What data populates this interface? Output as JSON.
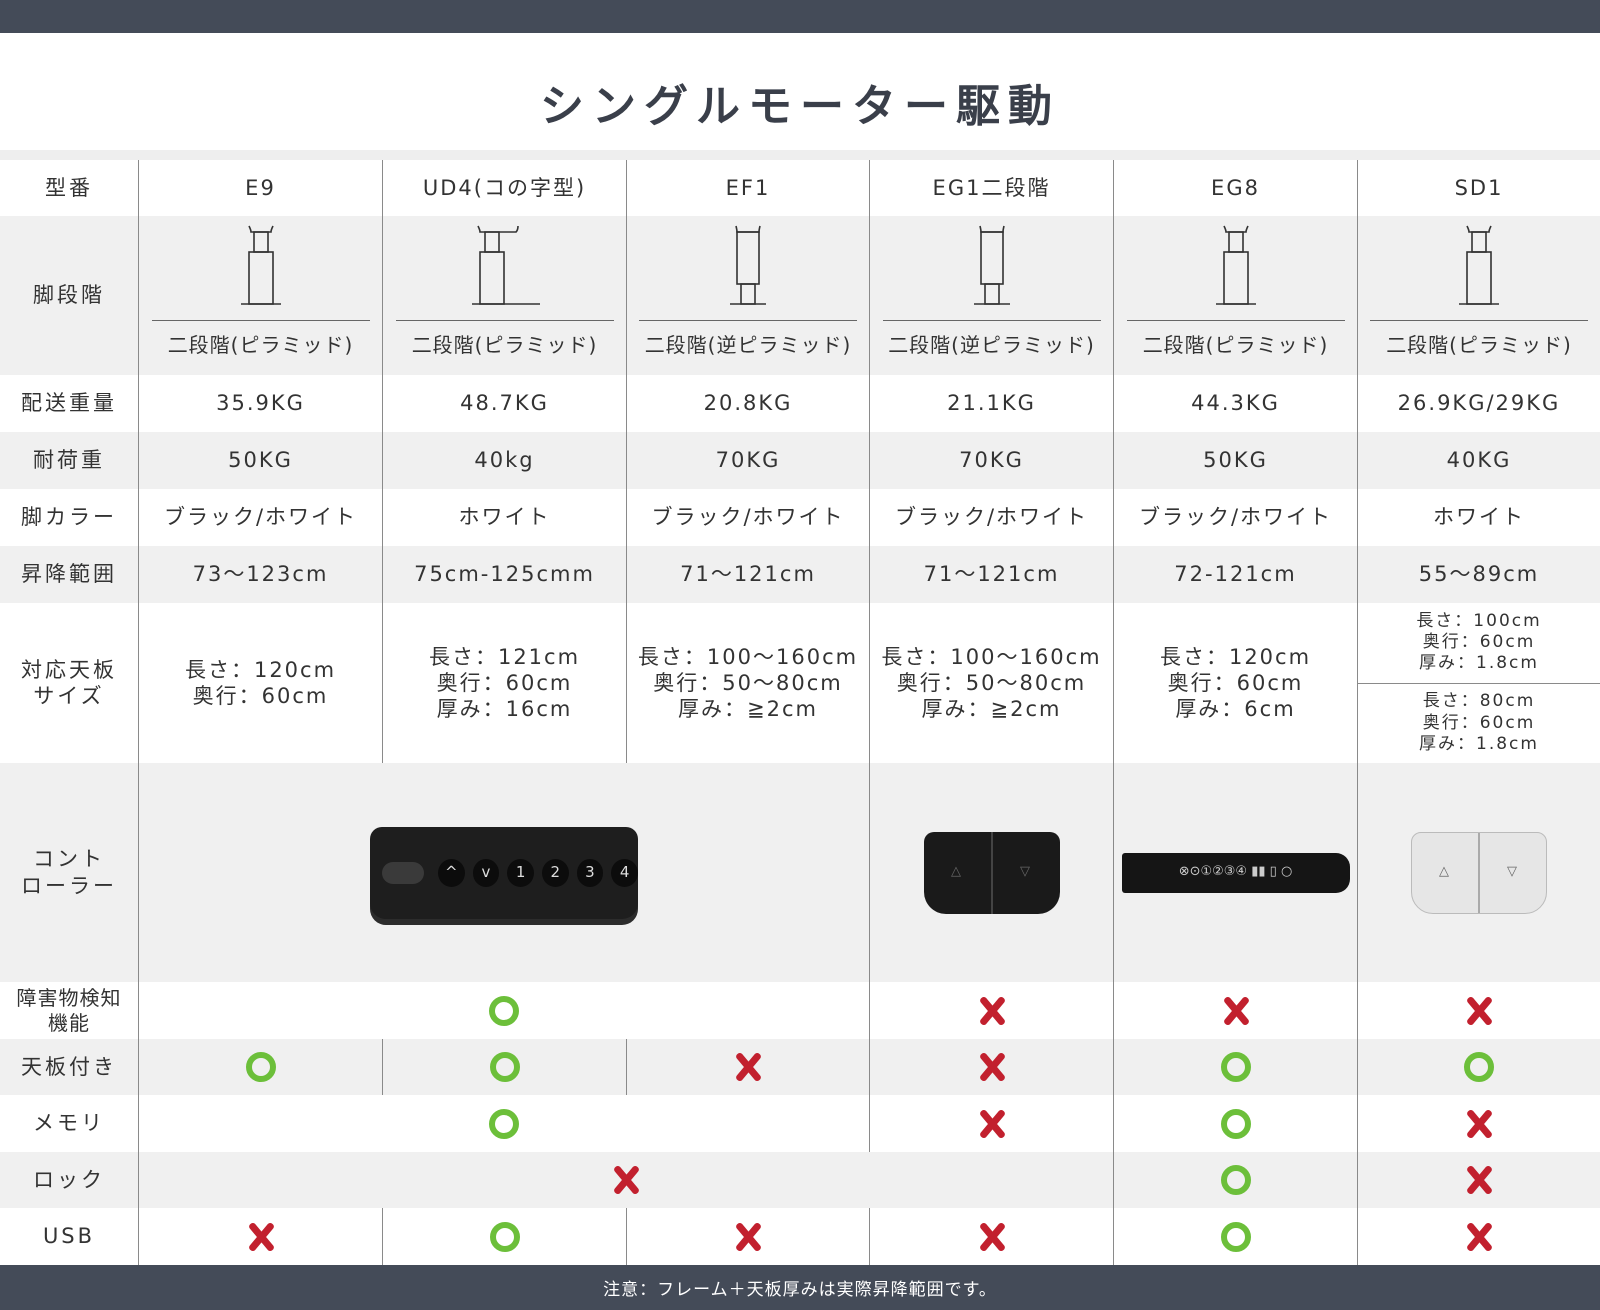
{
  "title": "シングルモーター駆動",
  "colors": {
    "bar": "#444b58",
    "ok": "#6cbf3a",
    "ng": "#c2202e"
  },
  "labels": {
    "model": "型番",
    "leg": "脚段階",
    "weight": "配送重量",
    "load": "耐荷重",
    "color": "脚カラー",
    "range": "昇降範囲",
    "top1": "対応天板",
    "top2": "サイズ",
    "ctrl1": "コント",
    "ctrl2": "ローラー",
    "obst1": "障害物検知",
    "obst2": "機能",
    "withtop": "天板付き",
    "memory": "メモリ",
    "lock": "ロック",
    "usb": "USB"
  },
  "models": [
    "E9",
    "UD4(コの字型)",
    "EF1",
    "EG1二段階",
    "EG8",
    "SD1"
  ],
  "leg_types": [
    "二段階(ピラミッド)",
    "二段階(ピラミッド)",
    "二段階(逆ピラミッド)",
    "二段階(逆ピラミッド)",
    "二段階(ピラミッド)",
    "二段階(ピラミッド)"
  ],
  "weight": [
    "35.9KG",
    "48.7KG",
    "20.8KG",
    "21.1KG",
    "44.3KG",
    "26.9KG/29KG"
  ],
  "load": [
    "50KG",
    "40kg",
    "70KG",
    "70KG",
    "50KG",
    "40KG"
  ],
  "leg_color": [
    "ブラック/ホワイト",
    "ホワイト",
    "ブラック/ホワイト",
    "ブラック/ホワイト",
    "ブラック/ホワイト",
    "ホワイト"
  ],
  "range": [
    "73～123cm",
    "75cm-125cmm",
    "71～121cm",
    "71～121cm",
    "72-121cm",
    "55～89cm"
  ],
  "top_size": {
    "e9": [
      "長さ：120cm",
      "奥行：60cm"
    ],
    "ud4": [
      "長さ：121cm",
      "奥行：60cm",
      "厚み：16cm"
    ],
    "ef1": [
      "長さ：100～160cm",
      "奥行：50～80cm",
      "厚み：≧2cm"
    ],
    "eg1": [
      "長さ：100～160cm",
      "奥行：50～80cm",
      "厚み：≧2cm"
    ],
    "eg8": [
      "長さ：120cm",
      "奥行：60cm",
      "厚み：6cm"
    ],
    "sd1a": [
      "長さ：100cm",
      "奥行：60cm",
      "厚み：1.8cm"
    ],
    "sd1b": [
      "長さ：80cm",
      "奥行：60cm",
      "厚み：1.8cm"
    ]
  },
  "controllers": {
    "keypad": [
      "^",
      "v",
      "1",
      "2",
      "3",
      "4"
    ],
    "paddle": [
      "△",
      "▽"
    ],
    "eg8_text": "⊗⊙①②③④ ▮▮ ▯ ○"
  },
  "features": {
    "obstacle": [
      "o",
      "x",
      "x",
      "x"
    ],
    "withtop": [
      "o",
      "o",
      "x",
      "x",
      "o",
      "o"
    ],
    "memory": [
      "o",
      "x",
      "o",
      "x"
    ],
    "lock": [
      "x",
      "o",
      "x"
    ],
    "usb": [
      "x",
      "o",
      "x",
      "x",
      "o",
      "x"
    ]
  },
  "footer": "注意：フレーム＋天板厚みは実際昇降範囲です。"
}
